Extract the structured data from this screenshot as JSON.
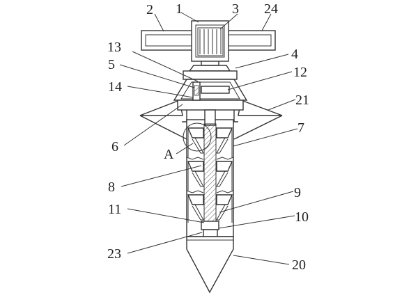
{
  "labels": {
    "l1": "1",
    "l2": "2",
    "l3": "3",
    "l4": "4",
    "l5": "5",
    "l6": "6",
    "l7": "7",
    "l8": "8",
    "l9": "9",
    "l10": "10",
    "l11": "11",
    "l12": "12",
    "l13": "13",
    "l14": "14",
    "l20": "20",
    "l21": "21",
    "l23": "23",
    "l24": "24",
    "lA": "A"
  }
}
